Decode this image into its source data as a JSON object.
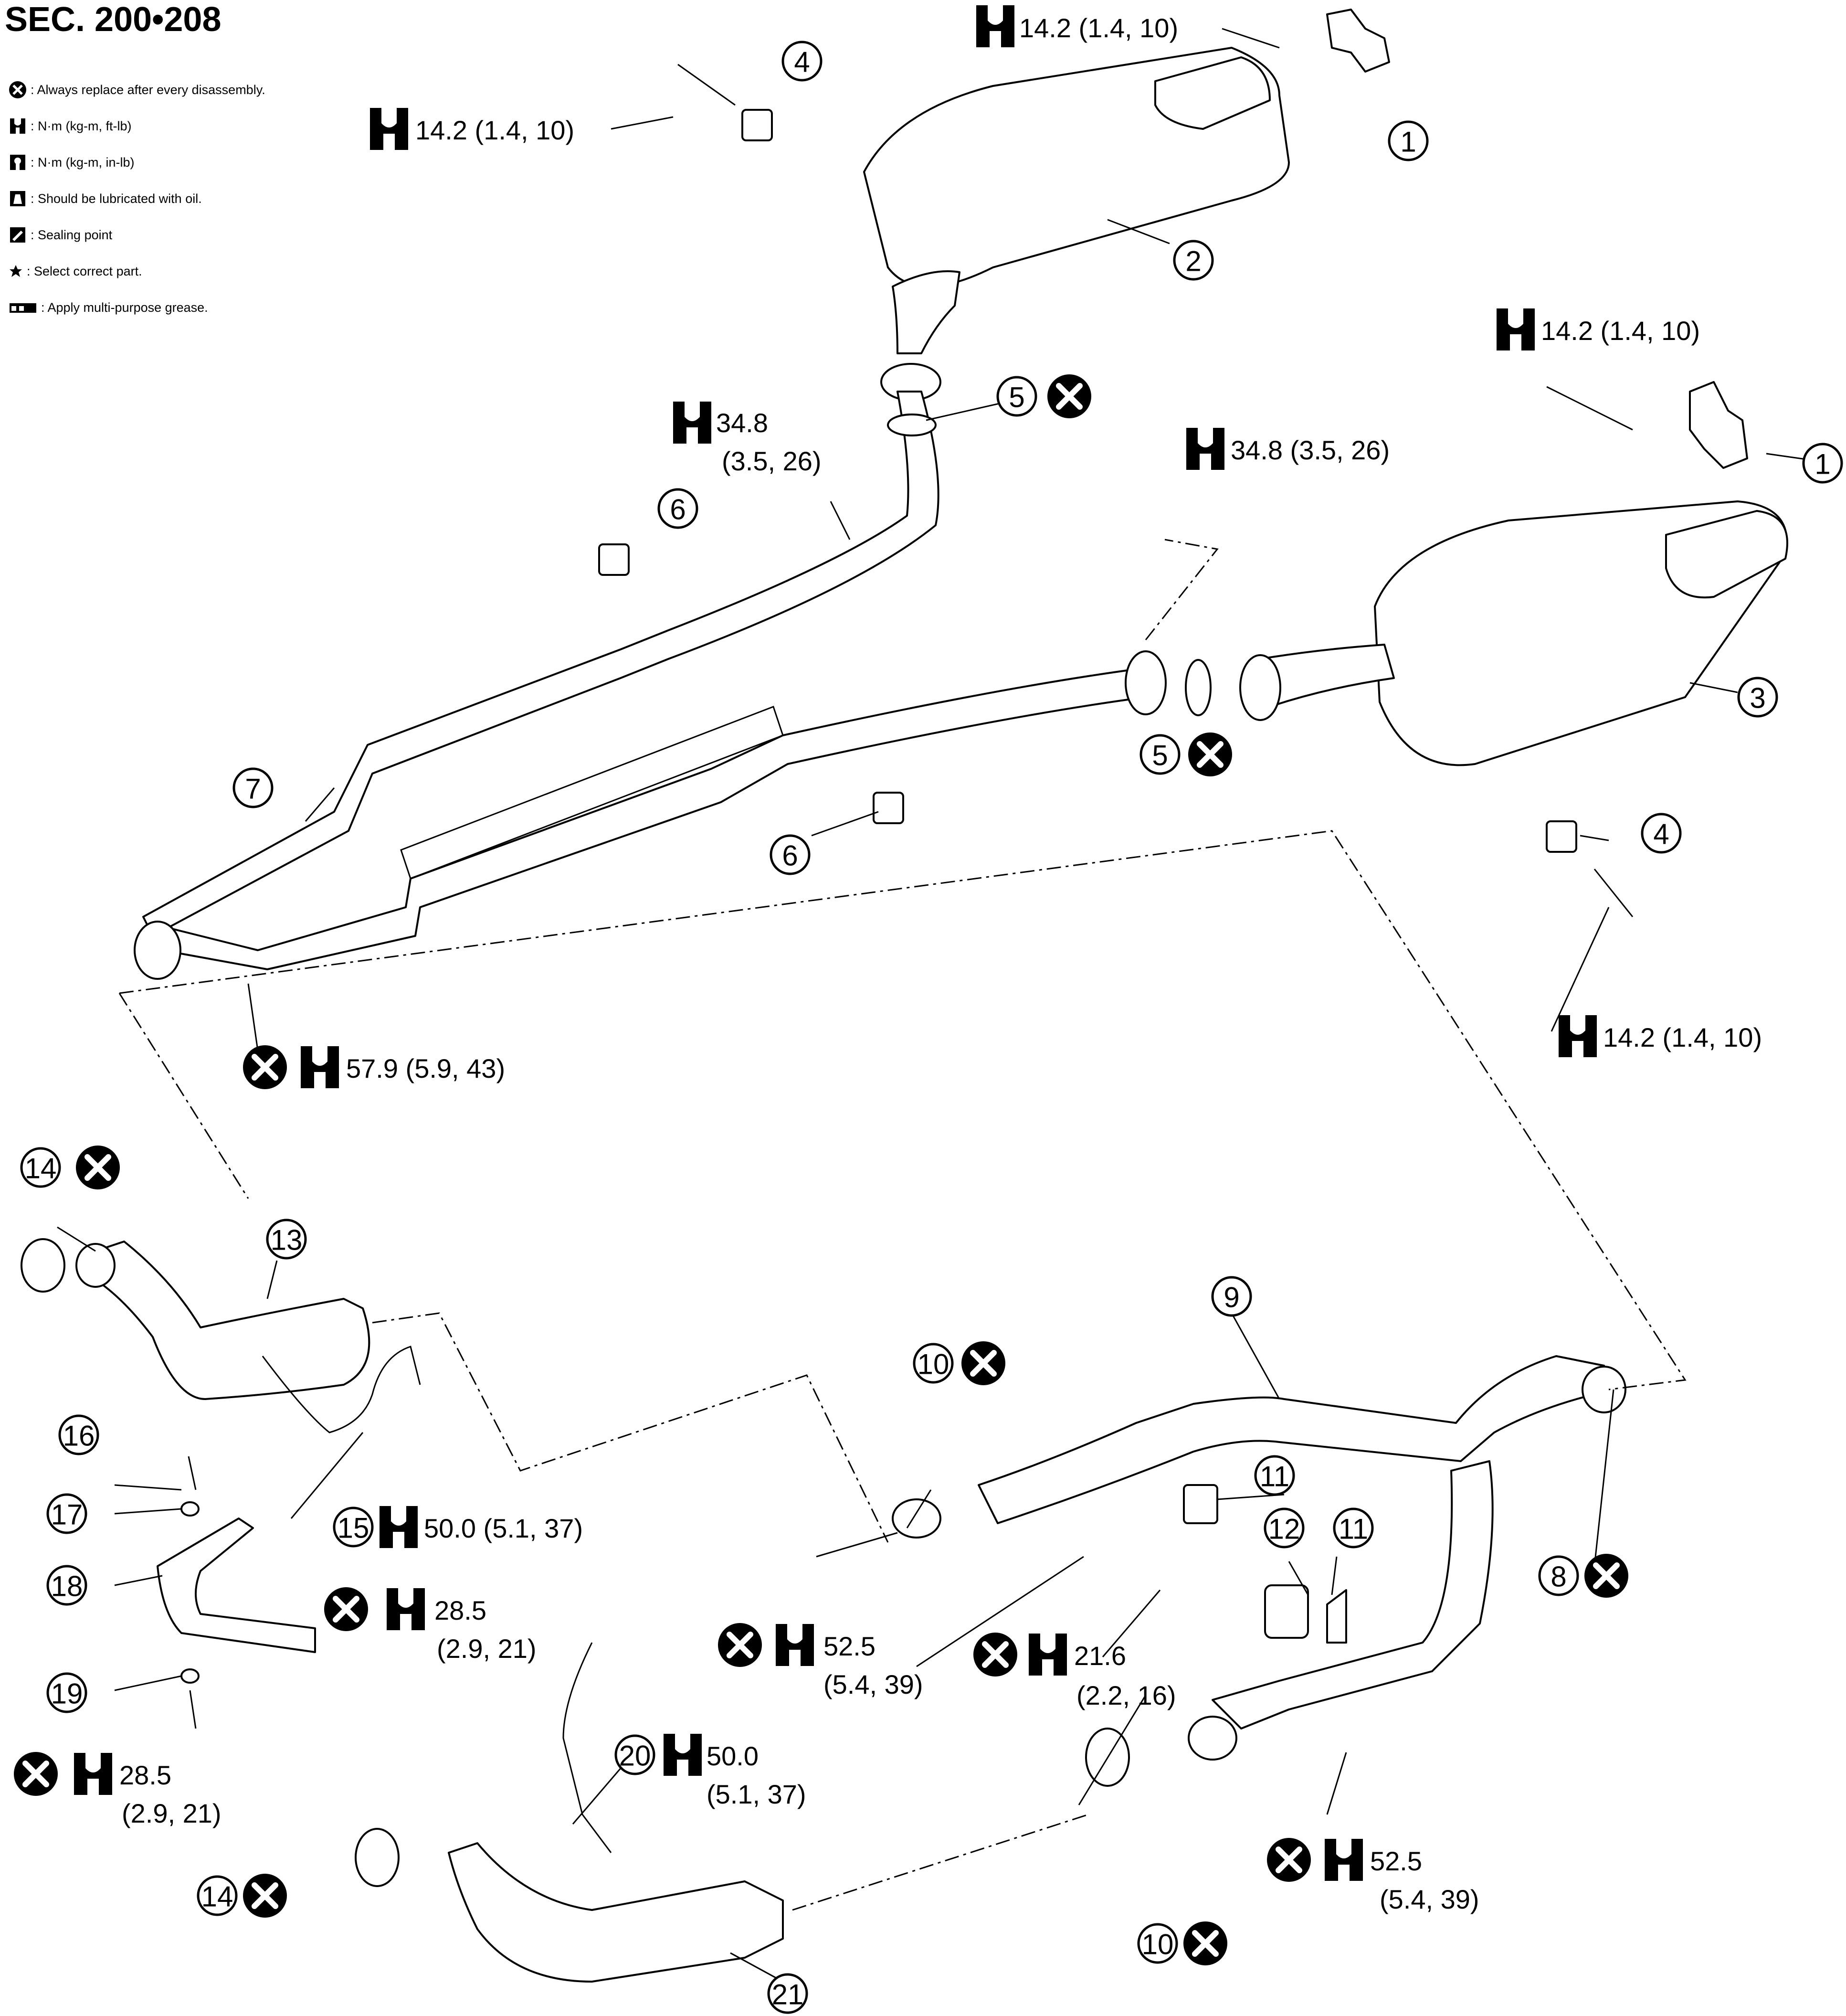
{
  "header": {
    "section": "SEC. 200•208"
  },
  "legend": [
    {
      "icon": "always-replace-icon",
      "text": ": Always replace after every disassembly."
    },
    {
      "icon": "torque-nm-kgm-ftlb-icon",
      "text": ": N·m (kg-m, ft-lb)"
    },
    {
      "icon": "torque-nm-kgm-inlb-icon",
      "text": ": N·m (kg-m, in-lb)"
    },
    {
      "icon": "oil-can-icon",
      "text": ": Should be lubricated with oil."
    },
    {
      "icon": "sealing-point-icon",
      "text": ": Sealing point"
    },
    {
      "icon": "star-icon",
      "text": ": Select correct part."
    },
    {
      "icon": "grease-icon",
      "text": ": Apply multi-purpose grease."
    }
  ],
  "callouts": [
    "1",
    "2",
    "3",
    "4",
    "5",
    "6",
    "7",
    "8",
    "9",
    "10",
    "11",
    "12",
    "13",
    "14",
    "15",
    "16",
    "17",
    "18",
    "19",
    "20",
    "21"
  ],
  "torque": {
    "t1": "14.2 (1.4, 10)",
    "t2": "14.2 (1.4, 10)",
    "t3": "14.2 (1.4, 10)",
    "t4": "14.2 (1.4, 10)",
    "t5a": "34.8",
    "t5b": "(3.5, 26)",
    "t6": "34.8 (3.5, 26)",
    "t7": "57.9 (5.9, 43)",
    "t8": "50.0 (5.1, 37)",
    "t9a": "28.5",
    "t9b": "(2.9, 21)",
    "t10a": "52.5",
    "t10b": "(5.4, 39)",
    "t11a": "21.6",
    "t11b": "(2.2, 16)",
    "t12a": "28.5",
    "t12b": "(2.9, 21)",
    "t13a": "50.0",
    "t13b": "(5.1, 37)",
    "t14a": "52.5",
    "t14b": "(5.4, 39)"
  }
}
